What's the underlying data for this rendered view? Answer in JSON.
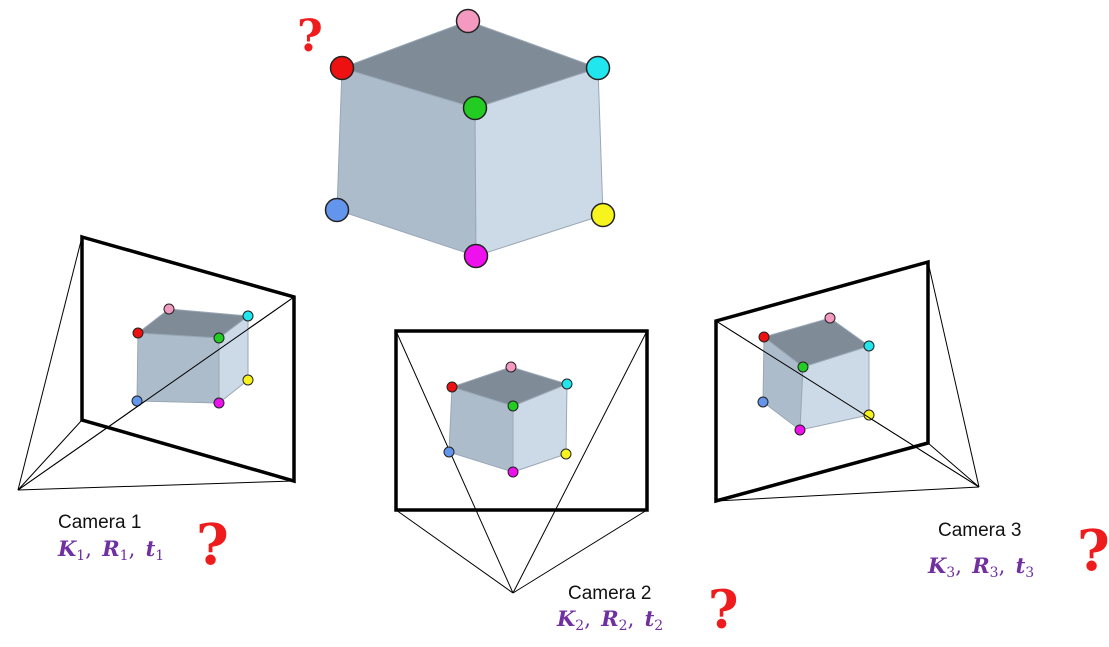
{
  "colors": {
    "cube_top": "#7f8b96",
    "cube_left": "#adbccb",
    "cube_right": "#ccdae8",
    "cube_edge": "#9aa8b6",
    "frame": "#000000",
    "params_text": "#7030a0",
    "question": "#ee1c1c"
  },
  "point_colors": {
    "pink": "#f49ac1",
    "red": "#ee1111",
    "cyan": "#22e6ee",
    "green": "#22cc22",
    "blue": "#6495ed",
    "yellow": "#f7f41d",
    "magenta": "#ee11ee"
  },
  "world": {
    "question_mark": "?",
    "points": [
      "pink",
      "red",
      "cyan",
      "green",
      "blue",
      "yellow",
      "magenta"
    ]
  },
  "cameras": [
    {
      "label": "Camera 1",
      "params": [
        {
          "sym": "K",
          "sub": "1"
        },
        {
          "sym": "R",
          "sub": "1"
        },
        {
          "sym": "t",
          "sub": "1"
        }
      ],
      "question_mark": "?"
    },
    {
      "label": "Camera 2",
      "params": [
        {
          "sym": "K",
          "sub": "2"
        },
        {
          "sym": "R",
          "sub": "2"
        },
        {
          "sym": "t",
          "sub": "2"
        }
      ],
      "question_mark": "?"
    },
    {
      "label": "Camera 3",
      "params": [
        {
          "sym": "K",
          "sub": "3"
        },
        {
          "sym": "R",
          "sub": "3"
        },
        {
          "sym": "t",
          "sub": "3"
        }
      ],
      "question_mark": "?"
    }
  ]
}
